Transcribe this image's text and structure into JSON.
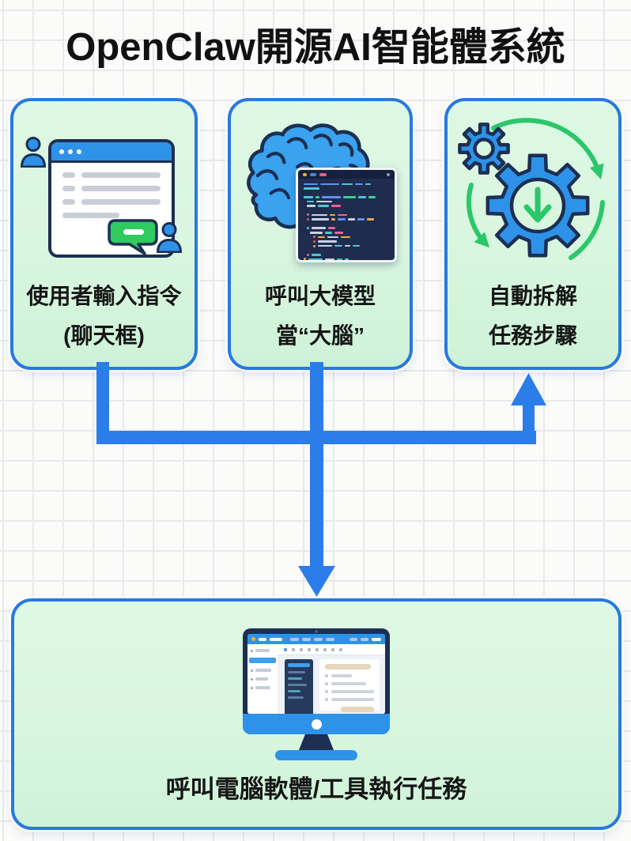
{
  "title": "OpenClaw開源AI智能體系統",
  "boxes": {
    "user_input": {
      "line1": "使用者輸入指令",
      "line2": "(聊天框)",
      "icon": "chat-window-users-icon"
    },
    "call_model": {
      "line1": "呼叫大模型",
      "line2": "當“大腦”",
      "icon": "brain-code-window-icon"
    },
    "decompose": {
      "line1": "自動拆解",
      "line2": "任務步驟",
      "icon": "gears-sync-arrows-icon"
    },
    "execute": {
      "label": "呼叫電腦軟體/工具執行任務",
      "icon": "desktop-computer-icon"
    }
  },
  "colors": {
    "accent_blue": "#2b7de9",
    "border_blue": "#2979dd",
    "box_fill": "#d9f6df",
    "bright_blue": "#2e93e8",
    "navy": "#1c2f52",
    "green": "#2bc76a",
    "bubble_green": "#2fcb5f",
    "gray_bar": "#c9ced6",
    "brain_blue": "#3aa2ef",
    "code_bg": "#1f2c4d",
    "screen_bg": "#e7ecf2",
    "beige": "#e7d7bd",
    "grid_line": "#e8e9ea",
    "bg": "#fbfbfa",
    "title_text": "#111111",
    "label_text": "#161616"
  },
  "illustrations": {
    "code_window": {
      "lines": [
        {
          "ind": 2,
          "segs": [
            [
              "b",
              18
            ],
            [
              "b",
              24
            ],
            [
              "t",
              14
            ],
            [
              "b",
              10
            ],
            [
              "t",
              7
            ]
          ]
        },
        {
          "ind": 2,
          "segs": [
            [
              "t",
              20
            ]
          ]
        },
        {
          "ind": 0,
          "segs": []
        },
        {
          "ind": 2,
          "segs": [
            [
              "t",
              12
            ],
            [
              "g",
              5
            ],
            [
              "b",
              24
            ],
            [
              "g",
              16
            ],
            [
              "t",
              10
            ],
            [
              "g",
              9
            ]
          ]
        },
        {
          "ind": 6,
          "segs": [
            [
              "t",
              9
            ],
            [
              "w",
              20
            ]
          ]
        },
        {
          "ind": 6,
          "segs": [
            [
              "w",
              11
            ],
            [
              "t",
              14
            ],
            [
              "p",
              12
            ]
          ]
        },
        {
          "ind": 0,
          "segs": []
        },
        {
          "ind": 6,
          "dot": "p",
          "segs": [
            [
              "w",
              20
            ],
            [
              "o",
              7
            ],
            [
              "p",
              12
            ]
          ]
        },
        {
          "ind": 6,
          "dot": "r",
          "segs": [
            [
              "w",
              22
            ],
            [
              "o",
              5
            ],
            [
              "b",
              10
            ],
            [
              "w",
              9
            ],
            [
              "b",
              9
            ],
            [
              "o",
              9
            ]
          ]
        },
        {
          "ind": 0,
          "segs": []
        },
        {
          "ind": 6,
          "dot": "t",
          "segs": [
            [
              "w",
              18
            ],
            [
              "p",
              9
            ]
          ]
        },
        {
          "ind": 10,
          "segs": [
            [
              "w",
              16
            ],
            [
              "t",
              9
            ],
            [
              "p",
              11
            ]
          ]
        },
        {
          "ind": 14,
          "dot": "p",
          "segs": [
            [
              "o",
              9
            ],
            [
              "w",
              14
            ],
            [
              "o",
              12
            ]
          ]
        },
        {
          "ind": 14,
          "dot": "r",
          "segs": [
            [
              "w",
              24
            ]
          ]
        },
        {
          "ind": 14,
          "dot": "o",
          "segs": [
            [
              "w",
              18
            ],
            [
              "t",
              10
            ],
            [
              "w",
              7
            ],
            [
              "t",
              9
            ]
          ]
        },
        {
          "ind": 0,
          "segs": []
        },
        {
          "ind": 6,
          "dot": "p",
          "segs": [
            [
              "t",
              12
            ]
          ]
        },
        {
          "ind": 2,
          "dot": "o",
          "segs": [
            [
              "t",
              18
            ],
            [
              "w",
              12
            ],
            [
              "g",
              7
            ],
            [
              "t",
              5
            ]
          ]
        }
      ]
    }
  }
}
